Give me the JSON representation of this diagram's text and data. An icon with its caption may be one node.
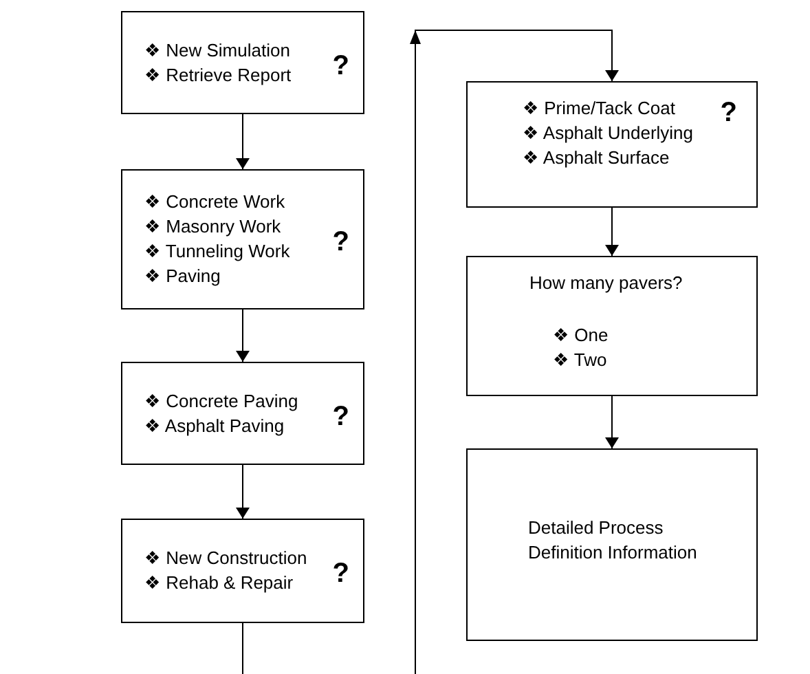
{
  "diagram": {
    "nodes": [
      {
        "text": [
          "❖ New Simulation ❖ Retrieve Report",
          "?"
        ]
      },
      {
        "text": [
          "❖ Concrete Work ❖ Masonry Work ❖ Tunneling Work ❖ Paving",
          "?"
        ]
      },
      {
        "text": [
          "❖ Concrete Paving ❖ Asphalt Paving",
          "?"
        ]
      },
      {
        "text": [
          "❖ New Construction ❖ Rehab & Repair",
          "?"
        ]
      },
      {
        "text": [
          "❖ Prime/Tack Coat ❖ Asphalt Underlying ❖ Asphalt Surface",
          "?"
        ]
      },
      {
        "text": [
          "How many pavers?",
          "❖ One ❖ Two"
        ]
      },
      {
        "text": [
          "Detailed Process Definition Information"
        ]
      }
    ],
    "edges": [
      {
        "from": 0,
        "to": 1,
        "arrow": "to"
      },
      {
        "from": 1,
        "to": 2,
        "arrow": "to"
      },
      {
        "from": 2,
        "to": 3,
        "arrow": "to"
      },
      {
        "from": 3,
        "to": null,
        "arrow": "none"
      },
      {
        "from": null,
        "to": 4,
        "arrow": "to"
      },
      {
        "from": 4,
        "to": 5,
        "arrow": "to"
      },
      {
        "from": 5,
        "to": 6,
        "arrow": "to"
      }
    ]
  }
}
